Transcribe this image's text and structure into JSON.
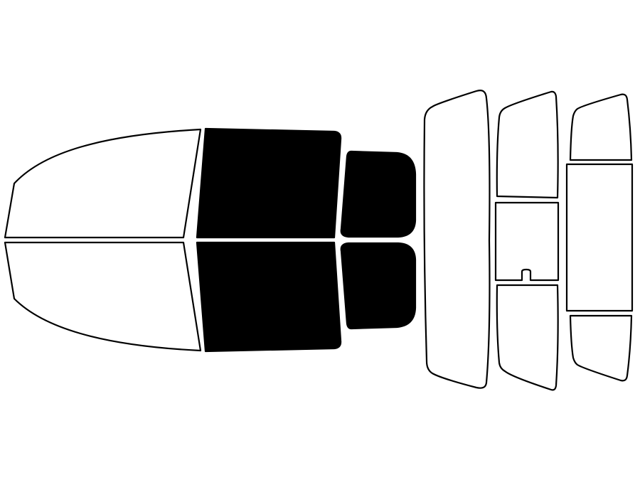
{
  "colors": {
    "background": "#ffffff",
    "outline": "#000000",
    "tinted": "#000000",
    "untinted": "#ffffff"
  },
  "diagram": {
    "panels": [
      {
        "id": "windshield-left",
        "tinted": false
      },
      {
        "id": "windshield-right",
        "tinted": false
      },
      {
        "id": "front-door-window-left",
        "tinted": true
      },
      {
        "id": "front-door-window-right",
        "tinted": true
      },
      {
        "id": "rear-door-window-left",
        "tinted": true
      },
      {
        "id": "rear-door-window-right",
        "tinted": true
      },
      {
        "id": "back-window-main",
        "tinted": false
      },
      {
        "id": "rear-window-upper",
        "tinted": false
      },
      {
        "id": "rear-window-middle",
        "tinted": false
      },
      {
        "id": "rear-window-lower",
        "tinted": false
      },
      {
        "id": "back-glass-top",
        "tinted": false
      },
      {
        "id": "back-glass-center",
        "tinted": false
      },
      {
        "id": "back-glass-bottom",
        "tinted": false
      }
    ]
  }
}
